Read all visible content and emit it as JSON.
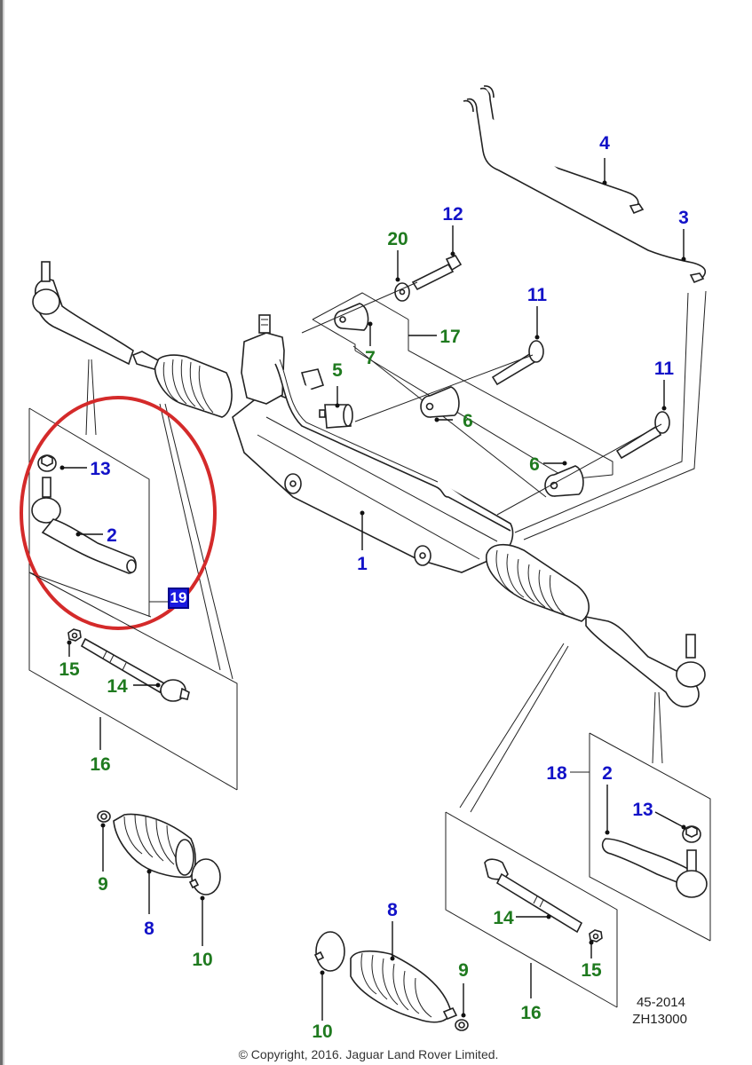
{
  "diagram": {
    "title": "Steering Gear / Rack and Pinion Exploded Parts Diagram",
    "callouts": [
      {
        "id": "c1",
        "label": "1",
        "color": "blue",
        "part": "steering gear assembly"
      },
      {
        "id": "c2a",
        "label": "2",
        "color": "blue",
        "part": "tie rod end (left)"
      },
      {
        "id": "c2b",
        "label": "2",
        "color": "blue",
        "part": "tie rod end (right)"
      },
      {
        "id": "c3",
        "label": "3",
        "color": "blue",
        "part": "fluid line"
      },
      {
        "id": "c4",
        "label": "4",
        "color": "blue",
        "part": "fluid line"
      },
      {
        "id": "c5",
        "label": "5",
        "color": "green",
        "part": "valve"
      },
      {
        "id": "c6a",
        "label": "6",
        "color": "green",
        "part": "bushing"
      },
      {
        "id": "c6b",
        "label": "6",
        "color": "green",
        "part": "bushing"
      },
      {
        "id": "c7",
        "label": "7",
        "color": "green",
        "part": "bushing"
      },
      {
        "id": "c8a",
        "label": "8",
        "color": "blue",
        "part": "boot"
      },
      {
        "id": "c8b",
        "label": "8",
        "color": "blue",
        "part": "boot"
      },
      {
        "id": "c9a",
        "label": "9",
        "color": "green",
        "part": "clip"
      },
      {
        "id": "c9b",
        "label": "9",
        "color": "green",
        "part": "clip"
      },
      {
        "id": "c10a",
        "label": "10",
        "color": "green",
        "part": "clamp"
      },
      {
        "id": "c10b",
        "label": "10",
        "color": "green",
        "part": "clamp"
      },
      {
        "id": "c11a",
        "label": "11",
        "color": "blue",
        "part": "bolt"
      },
      {
        "id": "c11b",
        "label": "11",
        "color": "blue",
        "part": "bolt"
      },
      {
        "id": "c12",
        "label": "12",
        "color": "blue",
        "part": "bolt"
      },
      {
        "id": "c13a",
        "label": "13",
        "color": "blue",
        "part": "nut"
      },
      {
        "id": "c13b",
        "label": "13",
        "color": "blue",
        "part": "nut"
      },
      {
        "id": "c14a",
        "label": "14",
        "color": "green",
        "part": "inner tie rod"
      },
      {
        "id": "c14b",
        "label": "14",
        "color": "green",
        "part": "inner tie rod"
      },
      {
        "id": "c15a",
        "label": "15",
        "color": "green",
        "part": "lock nut"
      },
      {
        "id": "c15b",
        "label": "15",
        "color": "green",
        "part": "lock nut"
      },
      {
        "id": "c16a",
        "label": "16",
        "color": "green",
        "part": "tie rod kit"
      },
      {
        "id": "c16b",
        "label": "16",
        "color": "green",
        "part": "tie rod kit"
      },
      {
        "id": "c17",
        "label": "17",
        "color": "green",
        "part": "bushing kit"
      },
      {
        "id": "c18",
        "label": "18",
        "color": "blue",
        "part": "tie rod end kit"
      },
      {
        "id": "c20",
        "label": "20",
        "color": "green",
        "part": "washer"
      }
    ],
    "highlight_badge": "19",
    "highlight_color": "#d42a2a",
    "callout_colors": {
      "blue": "#1212c8",
      "green": "#1f7a1f"
    }
  },
  "reference": {
    "line1": "45-2014",
    "line2": "ZH13000"
  },
  "footer": {
    "copyright": "© Copyright, 2016. Jaguar Land Rover Limited."
  }
}
